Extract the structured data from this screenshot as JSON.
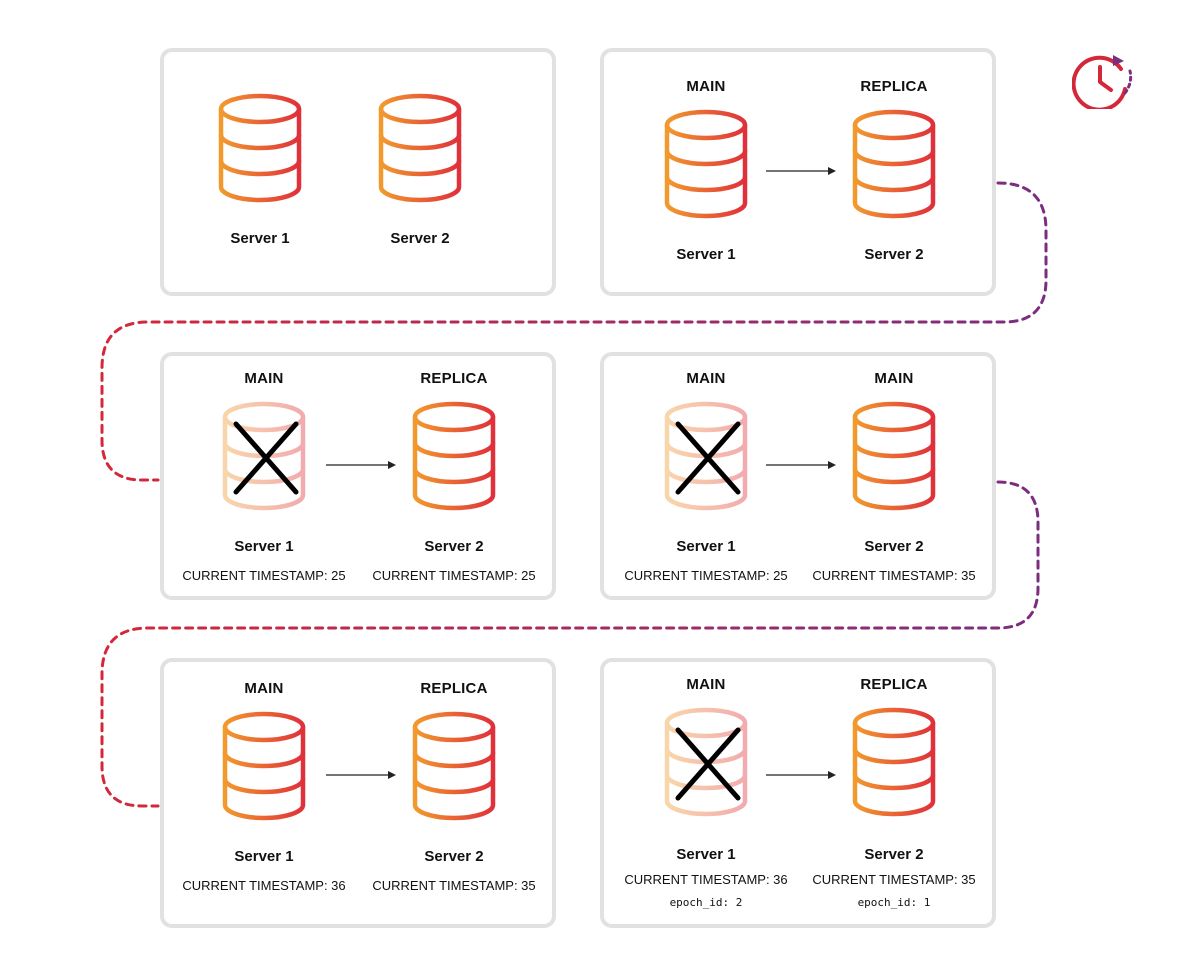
{
  "colors": {
    "panel_border": "#e1e1e1",
    "db_gradient_start": "#f29a2e",
    "db_gradient_end": "#e0303a",
    "connector_start": "#d4283a",
    "connector_end": "#7b2d80",
    "clock": "#d4283a"
  },
  "icons": {
    "database": "database-icon",
    "failed": "x-mark-icon",
    "clock": "clock-history-icon"
  },
  "panels": [
    {
      "servers": [
        {
          "role": "",
          "name": "Server 1",
          "failed": false
        },
        {
          "role": "",
          "name": "Server 2",
          "failed": false
        }
      ]
    },
    {
      "servers": [
        {
          "role": "MAIN",
          "name": "Server 1",
          "failed": false
        },
        {
          "role": "REPLICA",
          "name": "Server 2",
          "failed": false
        }
      ]
    },
    {
      "servers": [
        {
          "role": "MAIN",
          "name": "Server 1",
          "failed": true,
          "timestamp": "CURRENT TIMESTAMP: 25"
        },
        {
          "role": "REPLICA",
          "name": "Server 2",
          "failed": false,
          "timestamp": "CURRENT TIMESTAMP: 25"
        }
      ]
    },
    {
      "servers": [
        {
          "role": "MAIN",
          "name": "Server 1",
          "failed": true,
          "timestamp": "CURRENT TIMESTAMP: 25"
        },
        {
          "role": "MAIN",
          "name": "Server 2",
          "failed": false,
          "timestamp": "CURRENT TIMESTAMP: 35"
        }
      ]
    },
    {
      "servers": [
        {
          "role": "MAIN",
          "name": "Server 1",
          "failed": false,
          "timestamp": "CURRENT TIMESTAMP: 36"
        },
        {
          "role": "REPLICA",
          "name": "Server 2",
          "failed": false,
          "timestamp": "CURRENT TIMESTAMP: 35"
        }
      ]
    },
    {
      "servers": [
        {
          "role": "MAIN",
          "name": "Server 1",
          "failed": true,
          "timestamp": "CURRENT TIMESTAMP: 36",
          "epoch": "epoch_id: 2"
        },
        {
          "role": "REPLICA",
          "name": "Server 2",
          "failed": false,
          "timestamp": "CURRENT TIMESTAMP: 35",
          "epoch": "epoch_id: 1"
        }
      ]
    }
  ]
}
